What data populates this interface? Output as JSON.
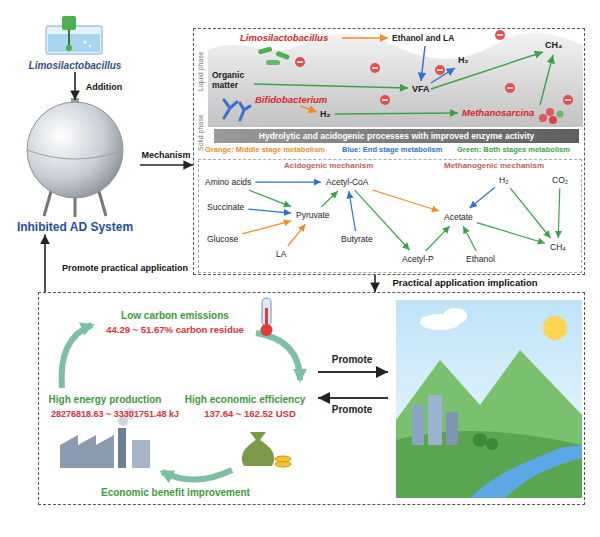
{
  "diagram": {
    "nodes": [
      {
        "text": [
          "Limosilactobacillus"
        ]
      },
      {
        "text": [
          "Inhibited AD System"
        ]
      },
      {
        "text": [
          "Liquid phase",
          "Solid phase"
        ]
      },
      {
        "text": [
          "Hydrolytic and acidogenic processes with improved enzyme activity"
        ],
        "in": 2
      },
      {
        "text": [
          "Acidogenic mechanism",
          "Methanogenic mechanism"
        ],
        "in": 2
      },
      {
        "text": [
          "Amino acids"
        ],
        "in": 4
      },
      {
        "text": [
          "Succinate"
        ],
        "in": 4
      },
      {
        "text": [
          "Glucose"
        ],
        "in": 4
      },
      {
        "text": [
          "LA"
        ],
        "in": 4
      },
      {
        "text": [
          "Pyruvate"
        ],
        "in": 4
      },
      {
        "text": [
          "Acetyl-CoA"
        ],
        "in": 4
      },
      {
        "text": [
          "Butyrate"
        ],
        "in": 4
      },
      {
        "text": [
          "Acetyl-P"
        ],
        "in": 4
      },
      {
        "text": [
          "Ethanol"
        ],
        "in": 4
      },
      {
        "text": [
          "H₂"
        ],
        "in": 4
      },
      {
        "text": [
          "CO₂"
        ],
        "in": 4
      },
      {
        "text": [
          "Acetate"
        ],
        "in": 4
      },
      {
        "text": [
          "CH₄"
        ],
        "in": 4
      },
      {
        "text": [
          "Economic benefit improvement"
        ]
      }
    ],
    "edges": [
      {
        "from": 0,
        "to": 1,
        "label": "Addition",
        "arrow": "to"
      },
      {
        "from": 1,
        "to": 2,
        "label": "Mechanism",
        "arrow": "to"
      },
      {
        "from": 2,
        "to": 18,
        "label": "Practical application implication",
        "arrow": "to"
      },
      {
        "from": 18,
        "to": 1,
        "label": "Promote practical application",
        "arrow": "to"
      },
      {
        "from": 5,
        "to": 10,
        "arrow": "to"
      },
      {
        "from": 5,
        "to": 9,
        "arrow": "to"
      },
      {
        "from": 6,
        "to": 9,
        "arrow": "to"
      },
      {
        "from": 7,
        "to": 9,
        "arrow": "to"
      },
      {
        "from": 8,
        "to": 9,
        "arrow": "to"
      },
      {
        "from": 9,
        "to": 10,
        "arrow": "to"
      },
      {
        "from": 11,
        "to": 10,
        "arrow": "to"
      },
      {
        "from": 10,
        "to": 12,
        "arrow": "to"
      },
      {
        "from": 10,
        "to": 16,
        "arrow": "to"
      },
      {
        "from": 12,
        "to": 16,
        "arrow": "to"
      },
      {
        "from": 13,
        "to": 16,
        "arrow": "to"
      },
      {
        "from": 14,
        "to": 16,
        "arrow": "to"
      },
      {
        "from": 14,
        "to": 17,
        "arrow": "to"
      },
      {
        "from": 15,
        "to": 17,
        "arrow": "to"
      },
      {
        "from": 16,
        "to": 17,
        "arrow": "to"
      }
    ],
    "labels": [
      "Limosilactobacillus",
      "Ethanol and LA",
      "H₂",
      "CH₄",
      "Organic matter",
      "Bifidobacterium",
      "VFA",
      "H₂",
      "Methanosarcina",
      "Orange: Middle stage metabolism",
      "Blue: End stage metabolism",
      "Green: Both stages metabolism",
      "Low carbon emissions",
      "44.29 ~ 51.67% carbon residue",
      "High energy production",
      "28276818.63 ~ 33301751.48 kJ",
      "High economic efficiency",
      "137.64 ~ 162.52 USD",
      "Promote",
      "Promote"
    ]
  }
}
